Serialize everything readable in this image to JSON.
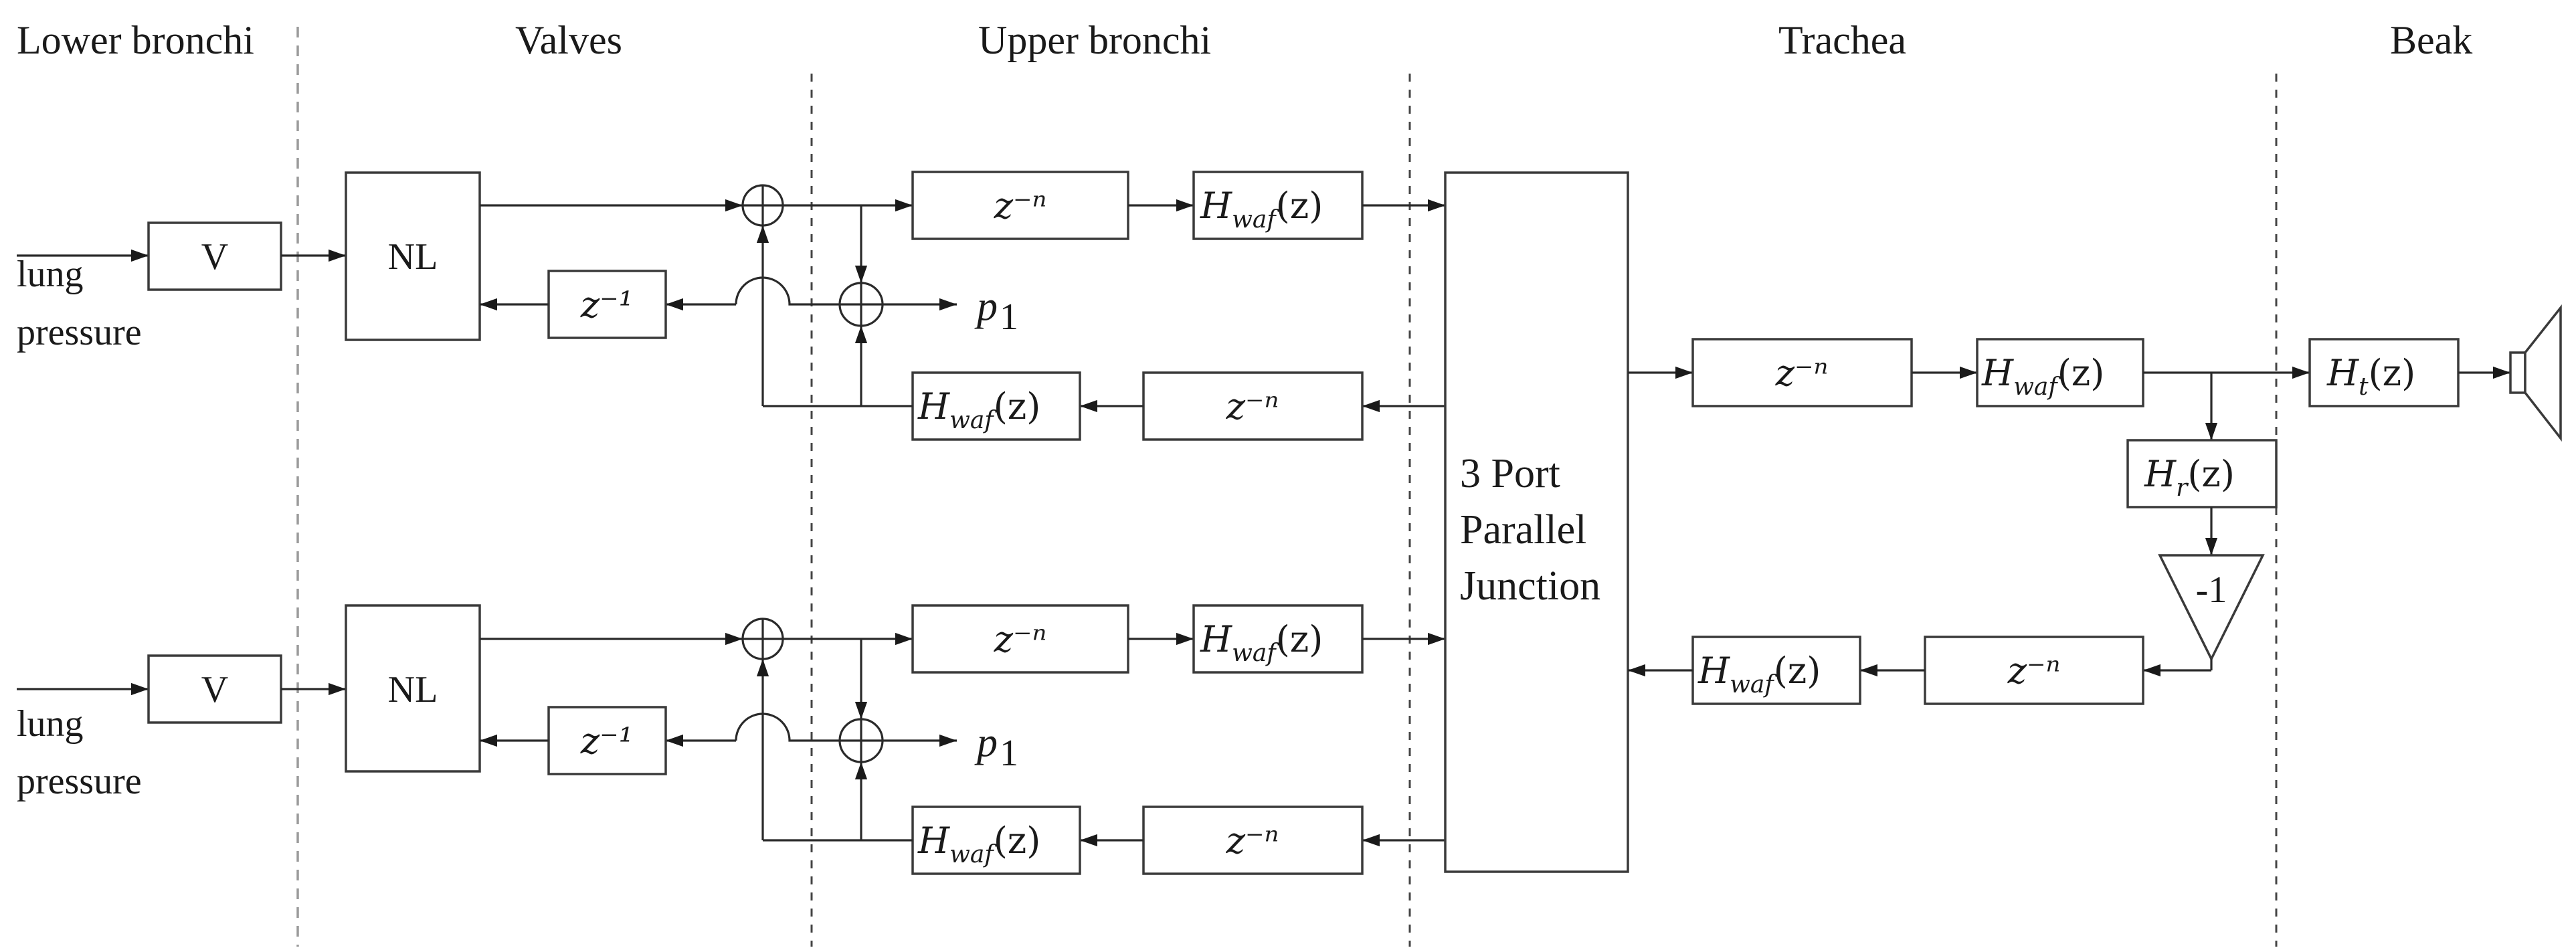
{
  "sections": {
    "lower_bronchi": "Lower bronchi",
    "valves": "Valves",
    "upper_bronchi": "Upper bronchi",
    "trachea": "Trachea",
    "beak": "Beak"
  },
  "inputs": {
    "top": [
      "lung",
      "pressure"
    ],
    "bottom": [
      "lung",
      "pressure"
    ]
  },
  "blocks": {
    "v": "V",
    "nl": "NL",
    "z_inv": "z⁻¹",
    "z_n": "z⁻ⁿ",
    "h_waf": "H",
    "h_waf_sub": "waf",
    "h_arg": "(z)",
    "h_t": "H",
    "h_t_sub": "t",
    "h_r": "H",
    "h_r_sub": "r",
    "gain": "-1"
  },
  "outputs": {
    "p1": "p",
    "p1_sub": "1"
  },
  "junction": [
    "3 Port",
    "Parallel",
    "Junction"
  ]
}
